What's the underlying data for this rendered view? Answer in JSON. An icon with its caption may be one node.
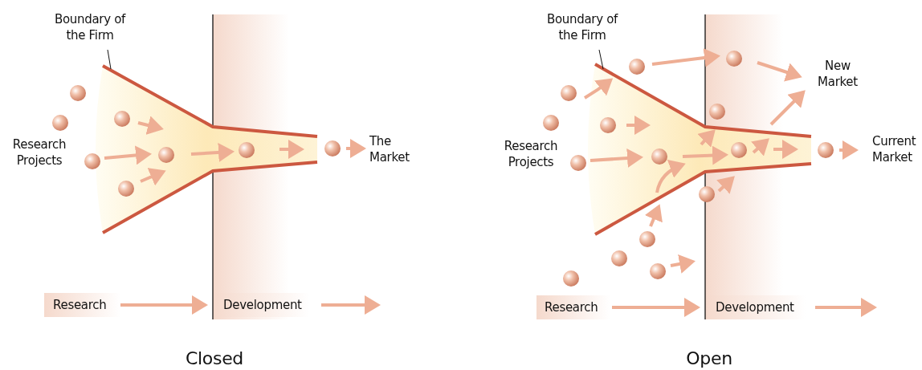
{
  "diagram": {
    "nodes": [
      {
        "text": [
          "Boundary of the Firm"
        ]
      },
      {
        "text": [
          "Boundary of the Firm"
        ]
      }
    ],
    "edges": [
      {
        "from": 0,
        "to": null,
        "arrow": "none"
      },
      {
        "from": 1,
        "to": null,
        "arrow": "none"
      }
    ],
    "labels": [
      "Research Projects",
      "The Market",
      "Research",
      "Development",
      "Closed",
      "New Market",
      "Research Projects",
      "Current Market",
      "Research",
      "Development",
      "Open"
    ]
  }
}
